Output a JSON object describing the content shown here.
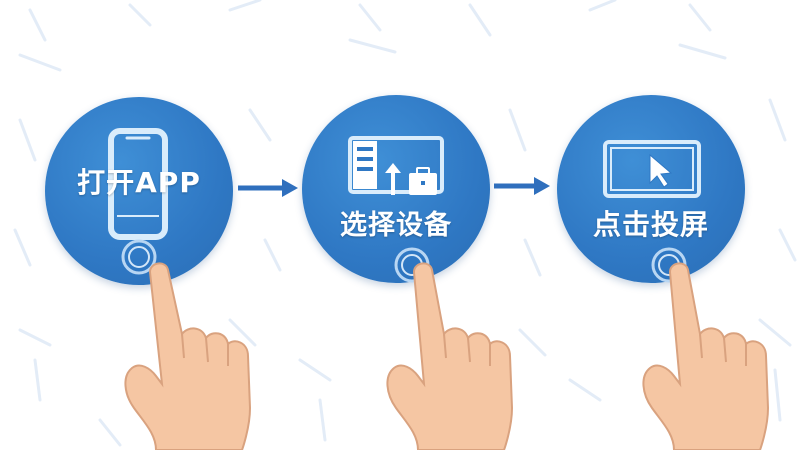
{
  "steps": [
    {
      "label": "打开APP",
      "icon": "smartphone-icon"
    },
    {
      "label": "选择设备",
      "icon": "device-transfer-icon"
    },
    {
      "label": "点击投屏",
      "icon": "screen-cursor-icon"
    }
  ],
  "connector_icon": "right-arrow-icon",
  "gesture_icon": "pointing-hand-icon",
  "colors": {
    "circle": "#2f78c4",
    "arrow": "#2f6fbd",
    "background_pattern": "#e3ecf7",
    "skin": "#f5c6a3",
    "touch_ring": "#b8d6f3"
  }
}
